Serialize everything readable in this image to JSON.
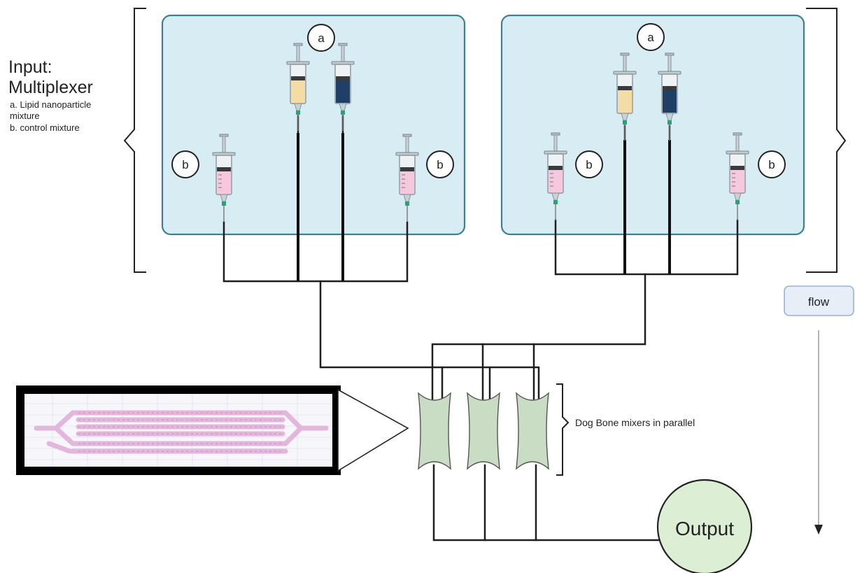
{
  "legend": {
    "title_line1": "Input:",
    "title_line2": "Multiplexer",
    "item_a_line1": "a. Lipid nanoparticle",
    "item_a_line2": "mixture",
    "item_b": "b. control  mixture"
  },
  "multiplexers": [
    {
      "marker_a": "a",
      "marker_b_left": "b",
      "marker_b_right": "b"
    },
    {
      "marker_a": "a",
      "marker_b_left": "b",
      "marker_b_right": "b"
    }
  ],
  "flow": {
    "label": "flow"
  },
  "mixers": {
    "label": "Dog Bone mixers in parallel",
    "count": 3
  },
  "output": {
    "label": "Output"
  },
  "colors": {
    "panel_fill": "#d7ecf3",
    "panel_stroke": "#3f7f8f",
    "syringe_lnp": "#f3dca6",
    "syringe_dark": "#1f3f66",
    "syringe_control": "#f6c8df",
    "needle": "#2f9f7a",
    "mixer": "#c9dcc4",
    "output_fill": "#dcefd5",
    "flow_box": "#e6eef8"
  }
}
